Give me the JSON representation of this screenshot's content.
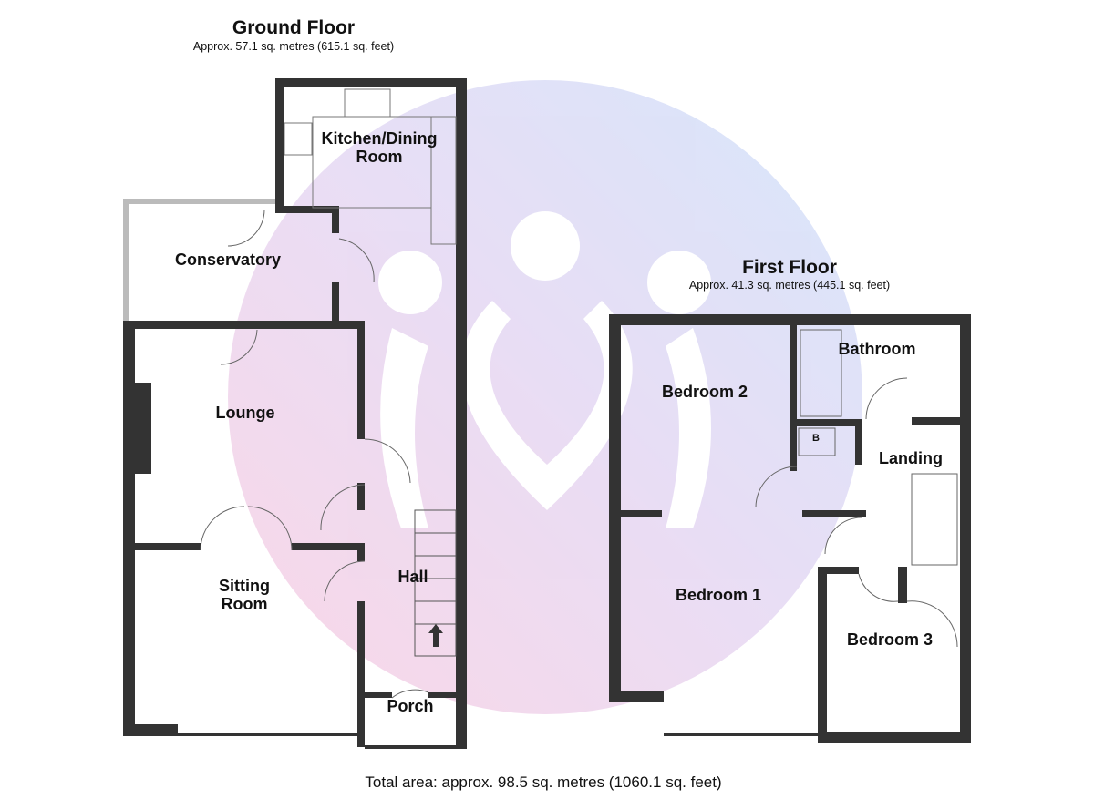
{
  "ground_floor": {
    "title": "Ground Floor",
    "area": "Approx. 57.1 sq. metres (615.1 sq. feet)",
    "rooms": {
      "kitchen": "Kitchen/Dining Room",
      "conservatory": "Conservatory",
      "lounge": "Lounge",
      "sitting_room": "Sitting Room",
      "hall": "Hall",
      "porch": "Porch"
    }
  },
  "first_floor": {
    "title": "First Floor",
    "area": "Approx. 41.3 sq. metres (445.1 sq. feet)",
    "rooms": {
      "bedroom2": "Bedroom 2",
      "bathroom": "Bathroom",
      "landing": "Landing",
      "bedroom1": "Bedroom 1",
      "bedroom3": "Bedroom 3",
      "boiler": "B"
    }
  },
  "total_area": "Total area: approx. 98.5 sq. metres (1060.1 sq. feet)",
  "colors": {
    "wall": "#333333",
    "watermark_pink": "#f4b8d4",
    "watermark_blue": "#b9cdf5"
  }
}
